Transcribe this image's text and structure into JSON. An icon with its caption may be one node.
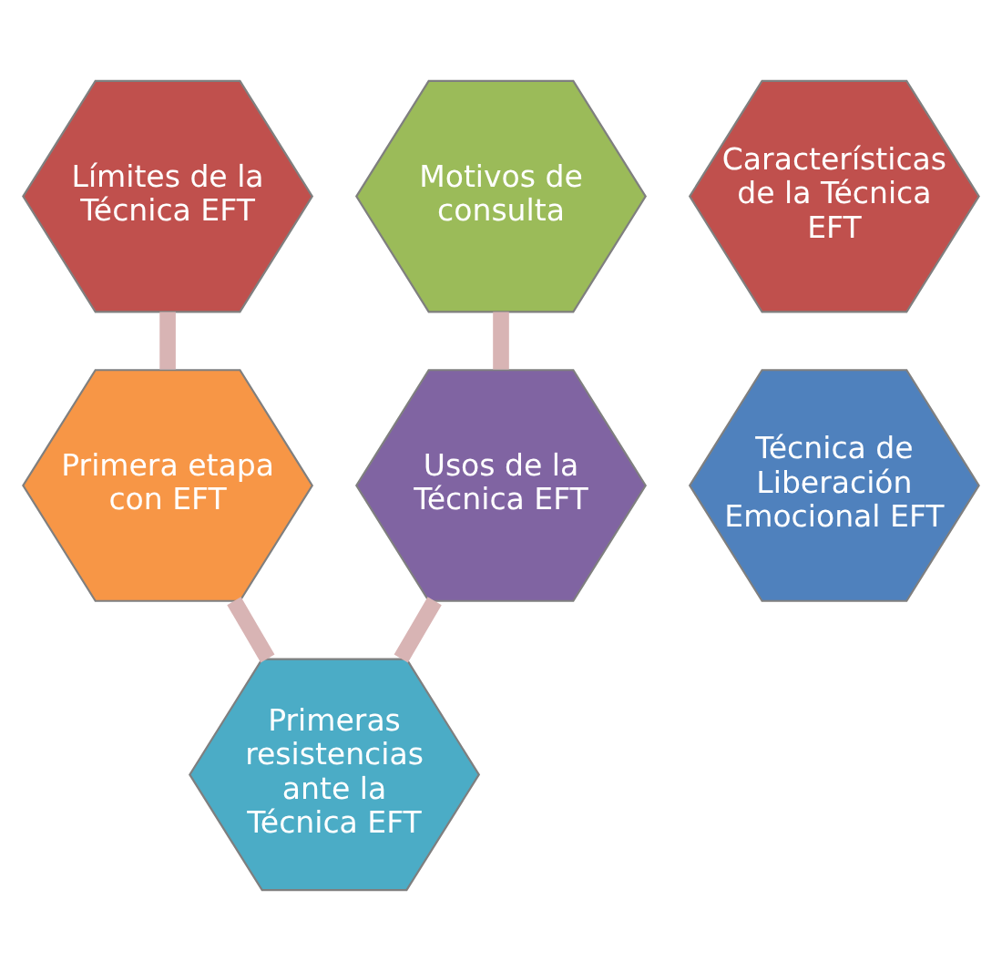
{
  "diagram": {
    "nodes": [
      {
        "text": [
          "Características de la Técnica EFT"
        ]
      },
      {
        "text": [
          "Límites de la Técnica EFT"
        ]
      },
      {
        "text": [
          "Motivos de consulta"
        ]
      },
      {
        "text": [
          "Técnica de Liberación Emocional EFT"
        ]
      },
      {
        "text": [
          "Primera etapa con EFT"
        ]
      },
      {
        "text": [
          "Usos de la Técnica EFT"
        ]
      },
      {
        "text": [
          "Primeras resistencias ante la Técnica EFT"
        ]
      }
    ],
    "edges": [
      {
        "from": 1,
        "to": 4,
        "arrow": "none"
      },
      {
        "from": 2,
        "to": 5,
        "arrow": "none"
      },
      {
        "from": 4,
        "to": 6,
        "arrow": "none"
      },
      {
        "from": 5,
        "to": 6,
        "arrow": "none"
      }
    ]
  }
}
